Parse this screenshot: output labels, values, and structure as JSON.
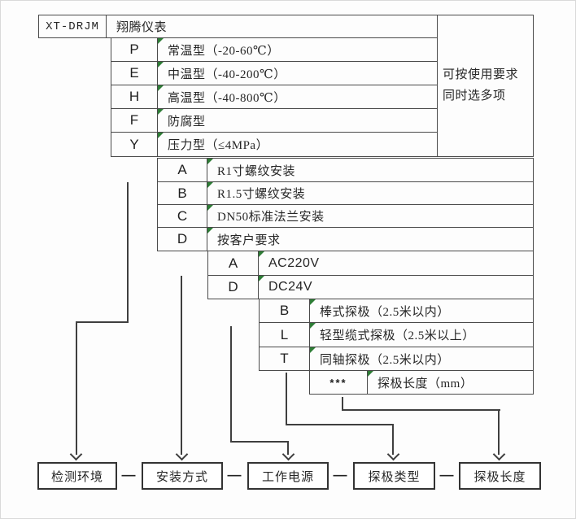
{
  "colors": {
    "border": "#4a4a4a",
    "line": "#3f3f3f",
    "corner_marker_green": "#2e7d36",
    "text": "#262626"
  },
  "header": {
    "model": "XT-DRJM",
    "brand": "翔腾仪表"
  },
  "note": {
    "line1": "可按使用要求",
    "line2": "同时选多项"
  },
  "groups": [
    {
      "id": "detection-environment",
      "rows": [
        {
          "code": "P",
          "desc": "常温型（-20-60℃）"
        },
        {
          "code": "E",
          "desc": "中温型（-40-200℃）"
        },
        {
          "code": "H",
          "desc": "高温型（-40-800℃）"
        },
        {
          "code": "F",
          "desc": "防腐型"
        },
        {
          "code": "Y",
          "desc": "压力型（≤4MPa）"
        }
      ]
    },
    {
      "id": "installation-method",
      "rows": [
        {
          "code": "A",
          "desc": "R1寸螺纹安装"
        },
        {
          "code": "B",
          "desc": "R1.5寸螺纹安装"
        },
        {
          "code": "C",
          "desc": "DN50标准法兰安装"
        },
        {
          "code": "D",
          "desc": "按客户要求"
        }
      ]
    },
    {
      "id": "working-power",
      "rows": [
        {
          "code": "A",
          "desc": "AC220V"
        },
        {
          "code": "D",
          "desc": "DC24V"
        }
      ]
    },
    {
      "id": "probe-type",
      "rows": [
        {
          "code": "B",
          "desc": "棒式探极（2.5米以内）"
        },
        {
          "code": "L",
          "desc": "轻型缆式探极（2.5米以上）"
        },
        {
          "code": "T",
          "desc": "同轴探极（2.5米以内）"
        }
      ]
    },
    {
      "id": "probe-length",
      "rows": [
        {
          "code": "***",
          "desc": "探极长度（mm）"
        }
      ]
    }
  ],
  "footer": {
    "separator": "—",
    "boxes": [
      "检测环境",
      "安装方式",
      "工作电源",
      "探极类型",
      "探极长度"
    ]
  }
}
